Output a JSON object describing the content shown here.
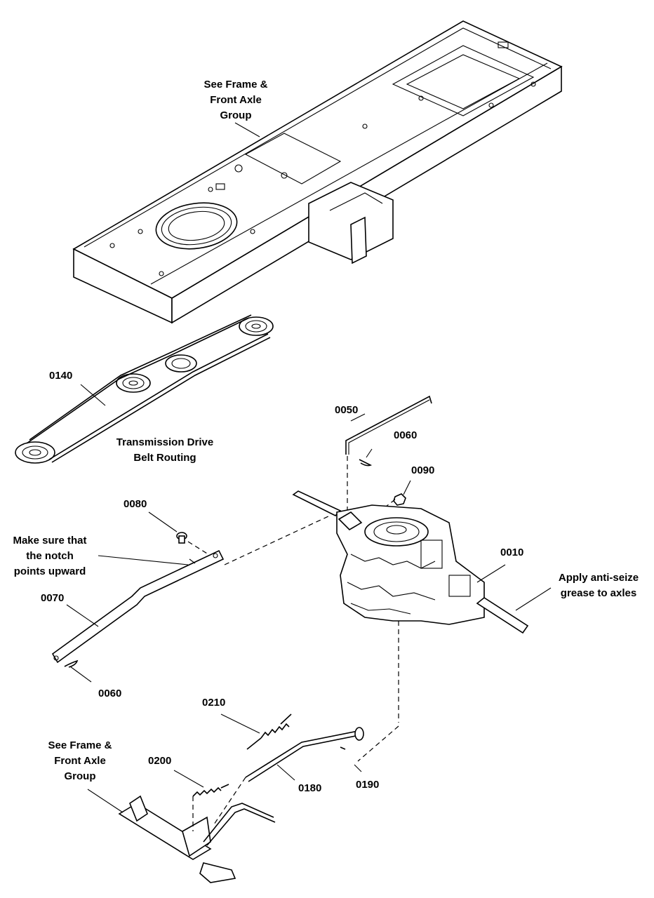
{
  "notes": {
    "frame_top": "See Frame &\nFront Axle\nGroup",
    "frame_bottom": "See Frame &\nFront Axle\nGroup",
    "belt_routing": "Transmission Drive\nBelt Routing",
    "notch": "Make sure that\nthe notch\npoints upward",
    "anti_seize": "Apply anti-seize\ngrease to axles"
  },
  "parts": {
    "p0010": "0010",
    "p0050": "0050",
    "p0060a": "0060",
    "p0060b": "0060",
    "p0070": "0070",
    "p0080": "0080",
    "p0090": "0090",
    "p0140": "0140",
    "p0180": "0180",
    "p0190": "0190",
    "p0200": "0200",
    "p0210": "0210"
  }
}
